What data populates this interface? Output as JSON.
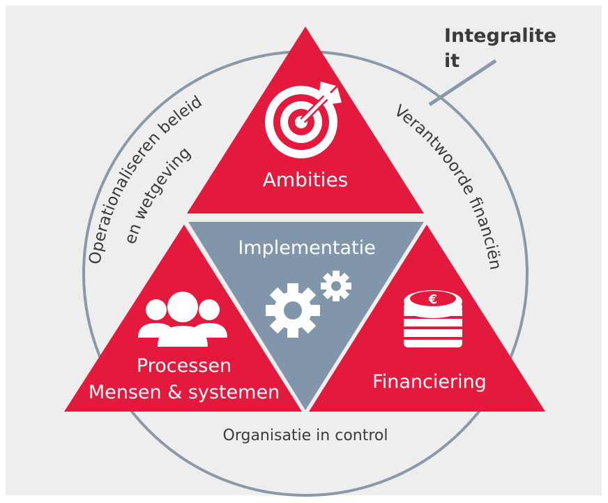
{
  "corner_label": {
    "line1": "Integralite",
    "line2": "it"
  },
  "triangles": {
    "top": {
      "label": "Ambities",
      "icon": "target-icon",
      "color": "#e3193d"
    },
    "center": {
      "label": "Implementatie",
      "icon": "gears-icon",
      "color": "#8196aa"
    },
    "left": {
      "label_line1": "Processen",
      "label_line2": "Mensen & systemen",
      "icon": "people-icon",
      "color": "#e3193d"
    },
    "right": {
      "label": "Financiering",
      "icon": "euro-coins-icon",
      "color": "#e3193d"
    }
  },
  "circle_labels": {
    "left_line1": "Operationaliseren beleid",
    "left_line2": "en wetgeving",
    "right": "Verantwoorde financiën",
    "bottom": "Organisatie in control"
  },
  "colors": {
    "background": "#eeeeee",
    "red": "#e3193d",
    "grey_blue": "#8196aa",
    "circle": "#8a99aa",
    "text_dark": "#3a3a3a"
  }
}
